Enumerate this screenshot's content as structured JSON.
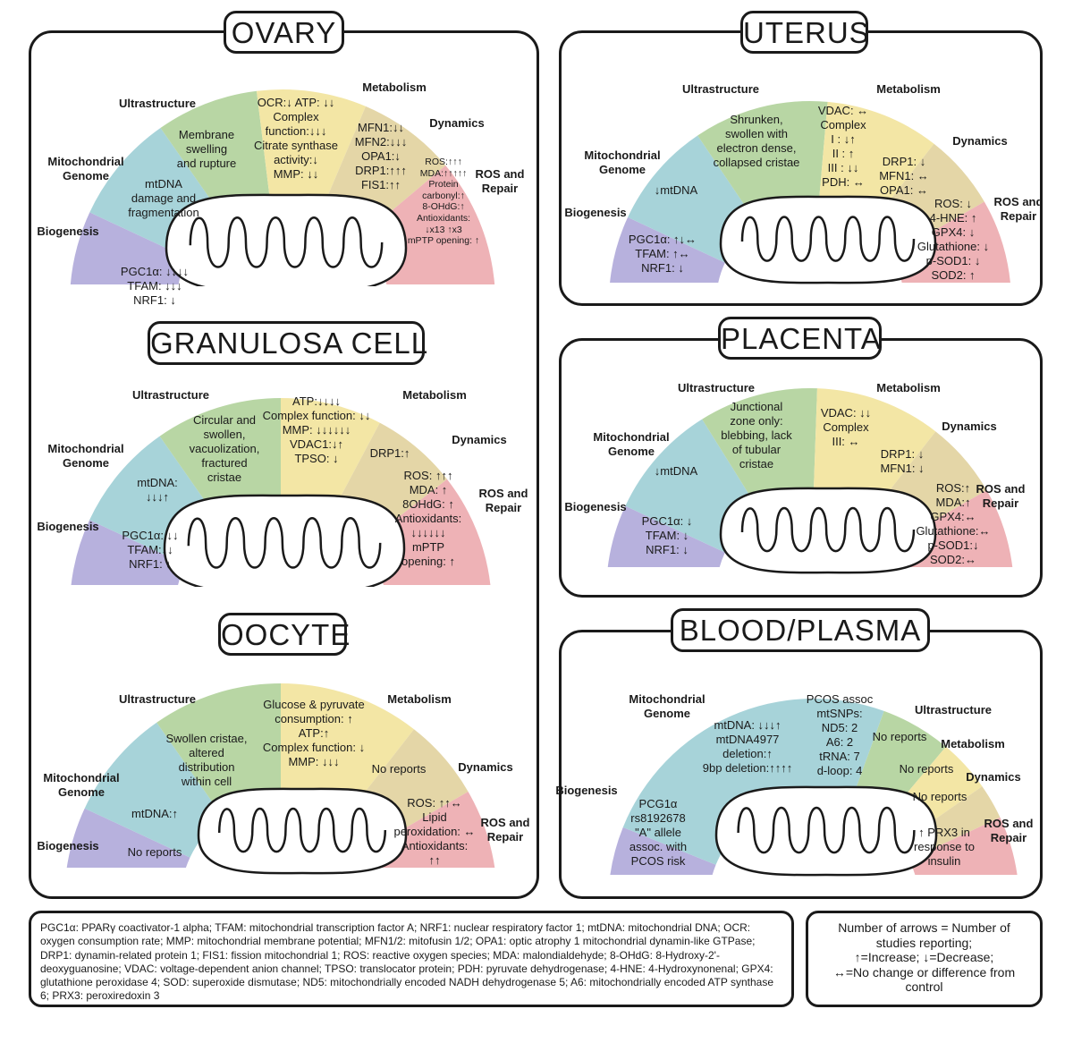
{
  "colors": {
    "biogenesis": "#b7b1dd",
    "genome": "#a7d3d9",
    "ultrastructure": "#b8d6a4",
    "metabolism": "#f3e6a5",
    "dynamics": "#e4d6a7",
    "ros": "#eeb2b6"
  },
  "ovary": {
    "title": "OVARY",
    "labels": {
      "biogenesis": "Biogenesis",
      "genome": "Mitochondrial\nGenome",
      "ultrastructure": "Ultrastructure",
      "metabolism": "Metabolism",
      "dynamics": "Dynamics",
      "ros": "ROS and\nRepair"
    },
    "biogenesis": "PGC1α: ↓↓↓↓\nTFAM: ↓↓↓\nNRF1: ↓",
    "genome": "mtDNA\ndamage and\nfragmentation",
    "ultrastructure": "Membrane\nswelling\nand rupture",
    "metabolism": "OCR:↓  ATP: ↓↓\nComplex\nfunction:↓↓↓\nCitrate synthase\nactivity:↓\nMMP: ↓↓",
    "dynamics": "MFN1:↓↓\nMFN2:↓↓↓\nOPA1:↓\nDRP1:↑↑↑\nFIS1:↑↑",
    "ros": "ROS:↑↑↑\nMDA:↑↑↑↑↑\nProtein\ncarbonyl:↑\n8-OHdG:↑\nAntioxidants:\n↓x13 ↑x3\nmPTP opening: ↑"
  },
  "granulosa": {
    "title": "GRANULOSA CELL",
    "labels": {
      "biogenesis": "Biogenesis",
      "genome": "Mitochondrial\nGenome",
      "ultrastructure": "Ultrastructure",
      "metabolism": "Metabolism",
      "dynamics": "Dynamics",
      "ros": "ROS and\nRepair"
    },
    "biogenesis": "PGC1α: ↓↓\nTFAM:↓↓\nNRF1: ↓",
    "genome": "mtDNA:\n↓↓↓↑",
    "ultrastructure": "Circular and\nswollen,\nvacuolization,\nfractured\ncristae",
    "metabolism": "ATP:↓↓↓↓\nComplex function: ↓↓\nMMP: ↓↓↓↓↓↓\nVDAC1:↓↑\nTPSO: ↓",
    "dynamics": "DRP1:↑",
    "ros": "ROS: ↑↑↑\nMDA: ↑\n8OHdG: ↑\nAntioxidants:\n↓↓↓↓↓↓\nmPTP\nopening: ↑"
  },
  "oocyte": {
    "title": "OOCYTE",
    "labels": {
      "biogenesis": "Biogenesis",
      "genome": "Mitochondrial\nGenome",
      "ultrastructure": "Ultrastructure",
      "metabolism": "Metabolism",
      "dynamics": "Dynamics",
      "ros": "ROS and\nRepair"
    },
    "biogenesis": "No reports",
    "genome": "mtDNA:↑",
    "ultrastructure": "Swollen cristae,\naltered\ndistribution\nwithin cell",
    "metabolism": "Glucose & pyruvate\nconsumption: ↑\nATP:↑\nComplex function: ↓\nMMP: ↓↓↓",
    "dynamics": "No reports",
    "ros": "ROS: ↑↑↔\nLipid\nperoxidation: ↔\nAntioxidants:\n↑↑"
  },
  "uterus": {
    "title": "UTERUS",
    "labels": {
      "biogenesis": "Biogenesis",
      "genome": "Mitochondrial\nGenome",
      "ultrastructure": "Ultrastructure",
      "metabolism": "Metabolism",
      "dynamics": "Dynamics",
      "ros": "ROS and\nRepair"
    },
    "biogenesis": "PGC1α: ↑↓↔\nTFAM: ↑↔\nNRF1: ↓",
    "genome": "↓mtDNA",
    "ultrastructure": "Shrunken,\nswollen with\nelectron dense,\ncollapsed cristae",
    "metabolism": "VDAC: ↔\nComplex\nI : ↓↑\nII : ↑\nIII : ↓↓\nPDH: ↔",
    "dynamics": "DRP1: ↓\nMFN1: ↔\nOPA1: ↔",
    "ros": "ROS: ↓\n4-HNE: ↑\nGPX4: ↓\nGlutathione: ↓\np-SOD1: ↓\nSOD2: ↑"
  },
  "placenta": {
    "title": "PLACENTA",
    "labels": {
      "biogenesis": "Biogenesis",
      "genome": "Mitochondrial\nGenome",
      "ultrastructure": "Ultrastructure",
      "metabolism": "Metabolism",
      "dynamics": "Dynamics",
      "ros": "ROS and\nRepair"
    },
    "biogenesis": "PGC1α: ↓\nTFAM: ↓\nNRF1: ↓",
    "genome": "↓mtDNA",
    "ultrastructure": "Junctional\nzone only:\nblebbing, lack\nof tubular\ncristae",
    "metabolism": "VDAC: ↓↓\nComplex\nIII: ↔",
    "dynamics": "DRP1: ↓\nMFN1: ↓",
    "ros": "ROS:↑\nMDA:↑\nGPX4:↔\nGlutathione:↔\np-SOD1:↓\nSOD2:↔"
  },
  "blood": {
    "title": "BLOOD/PLASMA",
    "labels": {
      "biogenesis": "Biogenesis",
      "genome": "Mitochondrial\nGenome",
      "ultrastructure": "Ultrastructure",
      "metabolism": "Metabolism",
      "dynamics": "Dynamics",
      "ros": "ROS and\nRepair"
    },
    "biogenesis": "PCG1α\nrs8192678\n\"A\" allele\nassoc. with\nPCOS risk",
    "genome_a": "mtDNA: ↓↓↓↑\nmtDNA4977\ndeletion:↑\n9bp deletion:↑↑↑↑",
    "genome_b": "PCOS assoc\nmtSNPs:\nND5: 2\nA6: 2\ntRNA: 7\nd-loop: 4",
    "ultrastructure": "No reports",
    "metabolism": "No reports",
    "dynamics": "No reports",
    "ros": "↑ PRX3 in\nresponse to\ninsulin"
  },
  "legend": "PGC1α: PPARγ coactivator-1 alpha; TFAM: mitochondrial transcription factor A; NRF1: nuclear respiratory factor 1; mtDNA: mitochondrial DNA; OCR: oxygen consumption rate; MMP: mitochondrial membrane potential; MFN1/2: mitofusin 1/2; OPA1: optic atrophy 1 mitochondrial dynamin-like GTPase; DRP1: dynamin-related protein 1; FIS1: fission mitochondrial 1; ROS: reactive oxygen species; MDA: malondialdehyde; 8-OHdG: 8-Hydroxy-2'-deoxyguanosine; VDAC: voltage-dependent anion channel; TPSO: translocator protein; PDH: pyruvate dehydrogenase; 4-HNE: 4-Hydroxynonenal; GPX4: glutathione peroxidase 4; SOD: superoxide dismutase; ND5: mitochondrially encoded NADH dehydrogenase 5; A6: mitochondrially encoded ATP synthase 6; PRX3: peroxiredoxin 3",
  "key": "Number of arrows = Number of studies reporting;\n↑=Increase; ↓=Decrease;\n↔=No change or difference from control"
}
